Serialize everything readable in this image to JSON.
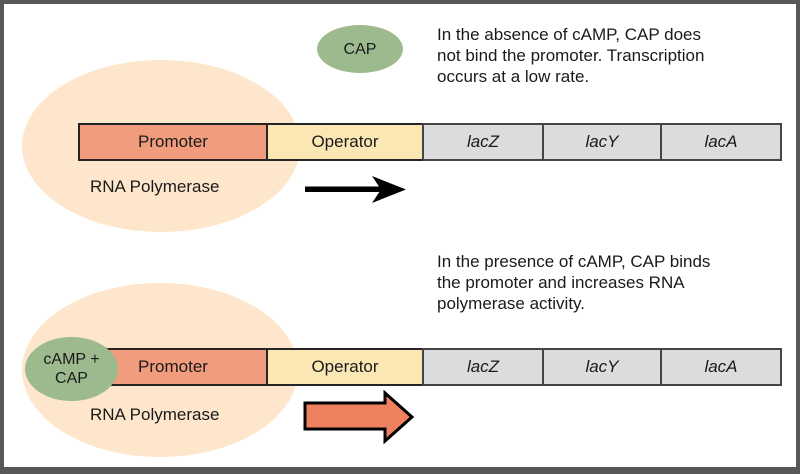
{
  "operon": {
    "promoter_label": "Promoter",
    "operator_label": "Operator",
    "gene_labels": [
      "lacZ",
      "lacY",
      "lacA"
    ]
  },
  "scenario_absence": {
    "cap_label": "CAP",
    "description_lines": [
      "In the absence of cAMP, CAP does",
      "not bind the promoter. Transcription",
      "occurs at a low rate."
    ],
    "rna_polymerase_label": "RNA Polymerase"
  },
  "scenario_presence": {
    "complex_label_line1": "cAMP +",
    "complex_label_line2": "CAP",
    "description_lines": [
      "In the presence of cAMP, CAP binds",
      "the promoter and increases RNA",
      "polymerase activity."
    ],
    "rna_polymerase_label": "RNA Polymerase"
  },
  "icons": {
    "low_rate_arrow": "thin-black-right-arrow",
    "high_rate_arrow": "thick-orange-block-right-arrow"
  },
  "colors": {
    "frame_gray": "#57575a",
    "peach": "#fde6cb",
    "promoter_salmon": "#f19c7c",
    "operator_yellow": "#fbe7b4",
    "gene_gray": "#dbdcdd",
    "cap_green": "#9dba8e",
    "arrow_orange": "#ef815e",
    "ink": "#1a1a1a"
  }
}
